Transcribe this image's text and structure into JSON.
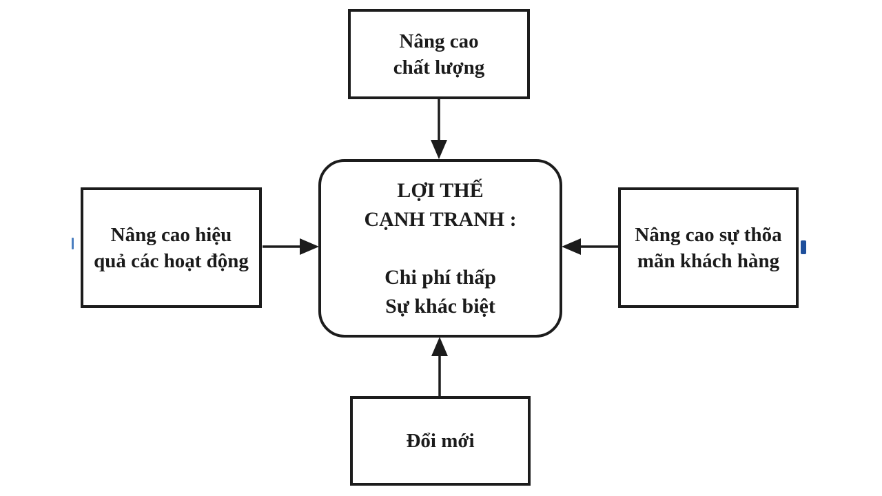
{
  "diagram": {
    "description": "Competitive advantage diagram with four factor boxes pointing to a central rounded box",
    "nodes": {
      "top": {
        "line1": "Nâng cao",
        "line2": "chất lượng"
      },
      "left": {
        "line1": "Nâng cao hiệu",
        "line2": "quả các hoạt động"
      },
      "right": {
        "line1": "Nâng cao sự thõa",
        "line2": "mãn khách hàng"
      },
      "bottom": {
        "line1": "Đổi mới"
      },
      "center": {
        "line1": "LỢI THẾ",
        "line2": "CẠNH TRANH :",
        "line3": "Chi phí thấp",
        "line4": "Sự khác biệt"
      }
    },
    "colors": {
      "background": "#ffffff",
      "border": "#1c1c1c",
      "text": "#1b1b1b",
      "arrow": "#1c1c1c",
      "artifact_blue_left": "#4a7ebf",
      "artifact_blue_right": "#1e4f9c"
    }
  }
}
